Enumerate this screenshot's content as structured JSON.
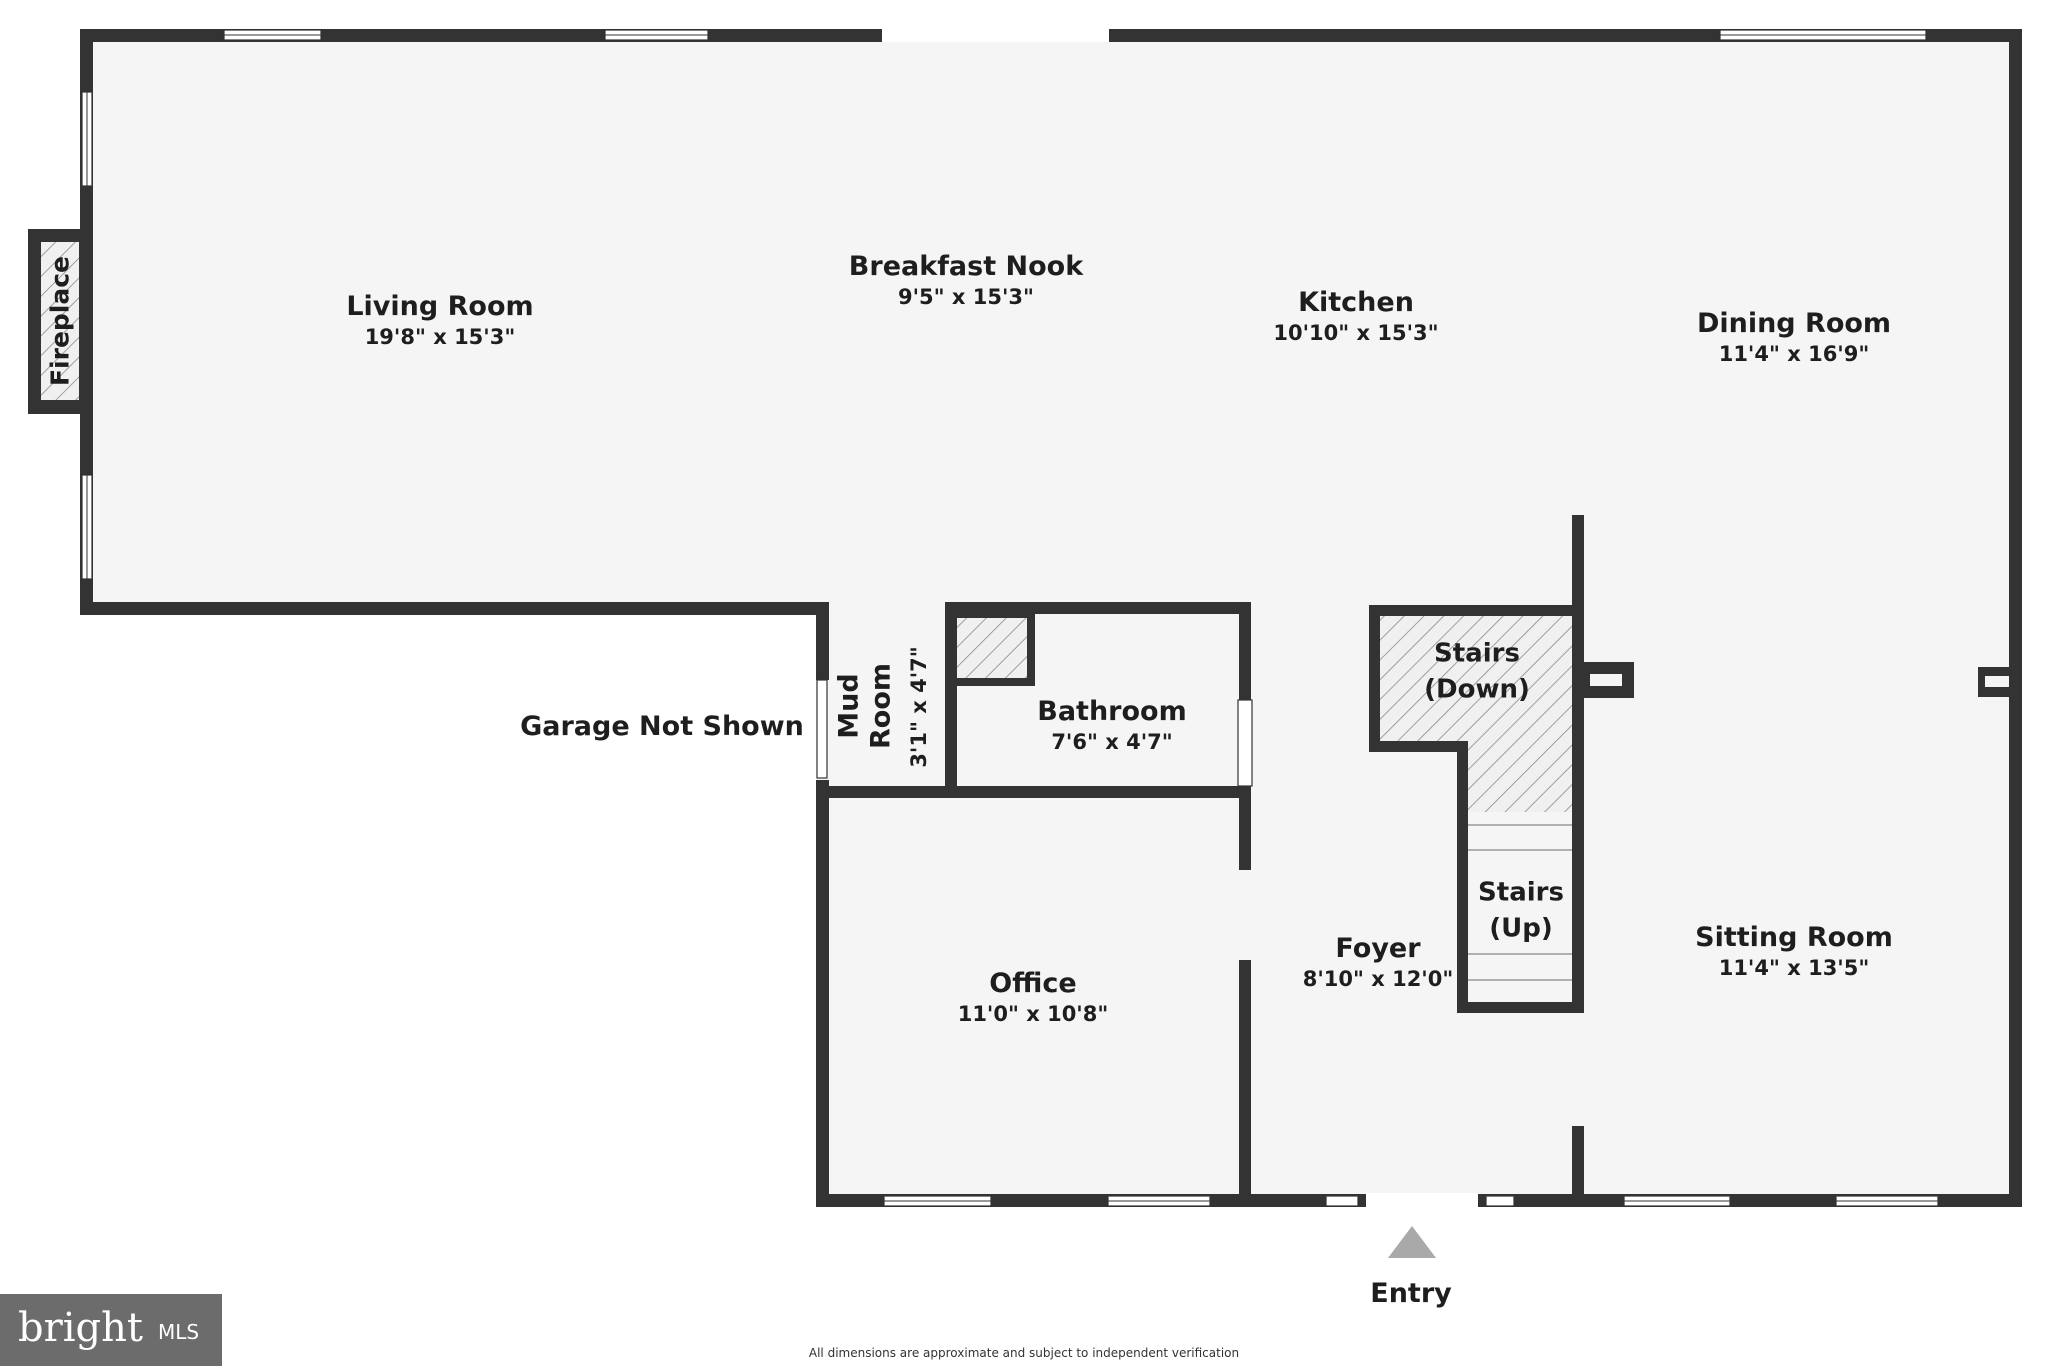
{
  "rooms": {
    "living": {
      "name": "Living Room",
      "dim": "19'8\" x 15'3\""
    },
    "breakfast": {
      "name": "Breakfast Nook",
      "dim": "9'5\" x 15'3\""
    },
    "kitchen": {
      "name": "Kitchen",
      "dim": "10'10\" x 15'3\""
    },
    "dining": {
      "name": "Dining Room",
      "dim": "11'4\" x 16'9\""
    },
    "bathroom": {
      "name": "Bathroom",
      "dim": "7'6\" x 4'7\""
    },
    "office": {
      "name": "Office",
      "dim": "11'0\" x 10'8\""
    },
    "foyer": {
      "name": "Foyer",
      "dim": "8'10\" x 12'0\""
    },
    "sitting": {
      "name": "Sitting Room",
      "dim": "11'4\" x 13'5\""
    },
    "mudroom": {
      "name": "Mud Room",
      "dim": "3'1\" x 4'7\""
    }
  },
  "stairs": {
    "down": "Stairs\n(Down)",
    "up": "Stairs\n(Up)"
  },
  "labels": {
    "fireplace": "Fireplace",
    "garage": "Garage Not Shown",
    "entry": "Entry",
    "disclaimer": "All dimensions are approximate and subject to independent verification"
  },
  "logo": {
    "brand": "bright",
    "suffix": "MLS"
  },
  "colors": {
    "wall": "#333333",
    "floor": "#f5f5f5",
    "hatch": "#9a9a9a",
    "entry_arrow": "#a9a9a9",
    "logo_bg": "#6c6c6c"
  }
}
